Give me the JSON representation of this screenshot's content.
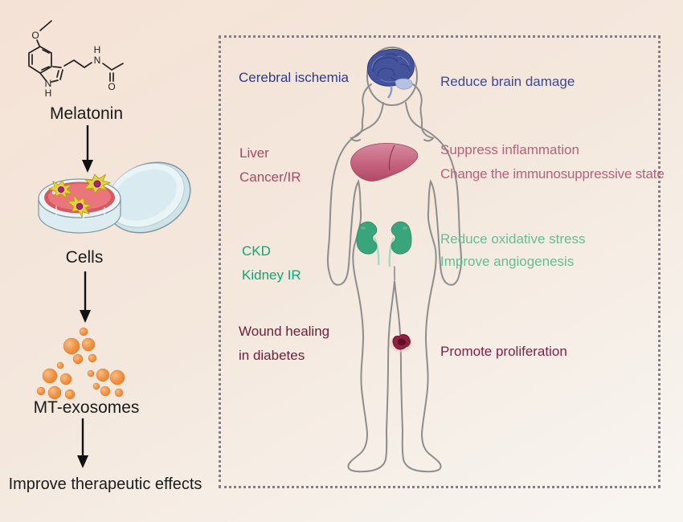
{
  "workflow": {
    "molecule_label": "Melatonin",
    "cells_label": "Cells",
    "exosomes_label": "MT-exosomes",
    "outcome_label": "Improve therapeutic effects"
  },
  "body_panel": {
    "sections": [
      {
        "organ_icon": "brain-icon",
        "condition_lines": [
          "Cerebral ischemia"
        ],
        "effect_lines": [
          "Reduce brain damage"
        ],
        "condition_color": "#2b3a8e",
        "effect_color": "#3c4896"
      },
      {
        "organ_icon": "liver-icon",
        "condition_lines": [
          "Liver",
          "Cancer/IR"
        ],
        "effect_lines": [
          "Suppress inflammation",
          "Change the immunosuppressive state"
        ],
        "condition_color": "#a84a68",
        "effect_color": "#b5617f"
      },
      {
        "organ_icon": "kidney-icon",
        "condition_lines": [
          "CKD",
          "Kidney IR"
        ],
        "effect_lines": [
          "Reduce oxidative stress",
          "Improve angiogenesis"
        ],
        "condition_color": "#0fa577",
        "effect_color": "#67bc95"
      },
      {
        "organ_icon": "wound-icon",
        "condition_lines": [
          "Wound healing",
          "in diabetes"
        ],
        "effect_lines": [
          "Promote proliferation"
        ],
        "condition_color": "#6e1c3d",
        "effect_color": "#7c2348"
      }
    ]
  },
  "colors": {
    "background_top_left": "#f5e2d6",
    "background_bottom_right": "#f8f5f1",
    "border_dots": "#7e7e8e",
    "body_outline": "#8d8d8d",
    "brain_fill": "#45539c",
    "liver_fill": "#c76680",
    "kidney_fill": "#3aa47c",
    "wound_fill": "#8e2240",
    "exosome_fill": "#f29a50",
    "petri_media": "#d65863",
    "cell_fill": "#e4d23c",
    "left_text": "#1b1b1b"
  },
  "graphics": [
    "melatonin-molecule-icon",
    "down-arrow-icon",
    "petri-dish-icon",
    "exosome-cluster-icon",
    "human-body-icon",
    "brain-icon",
    "liver-icon",
    "kidney-icon",
    "wound-icon"
  ]
}
